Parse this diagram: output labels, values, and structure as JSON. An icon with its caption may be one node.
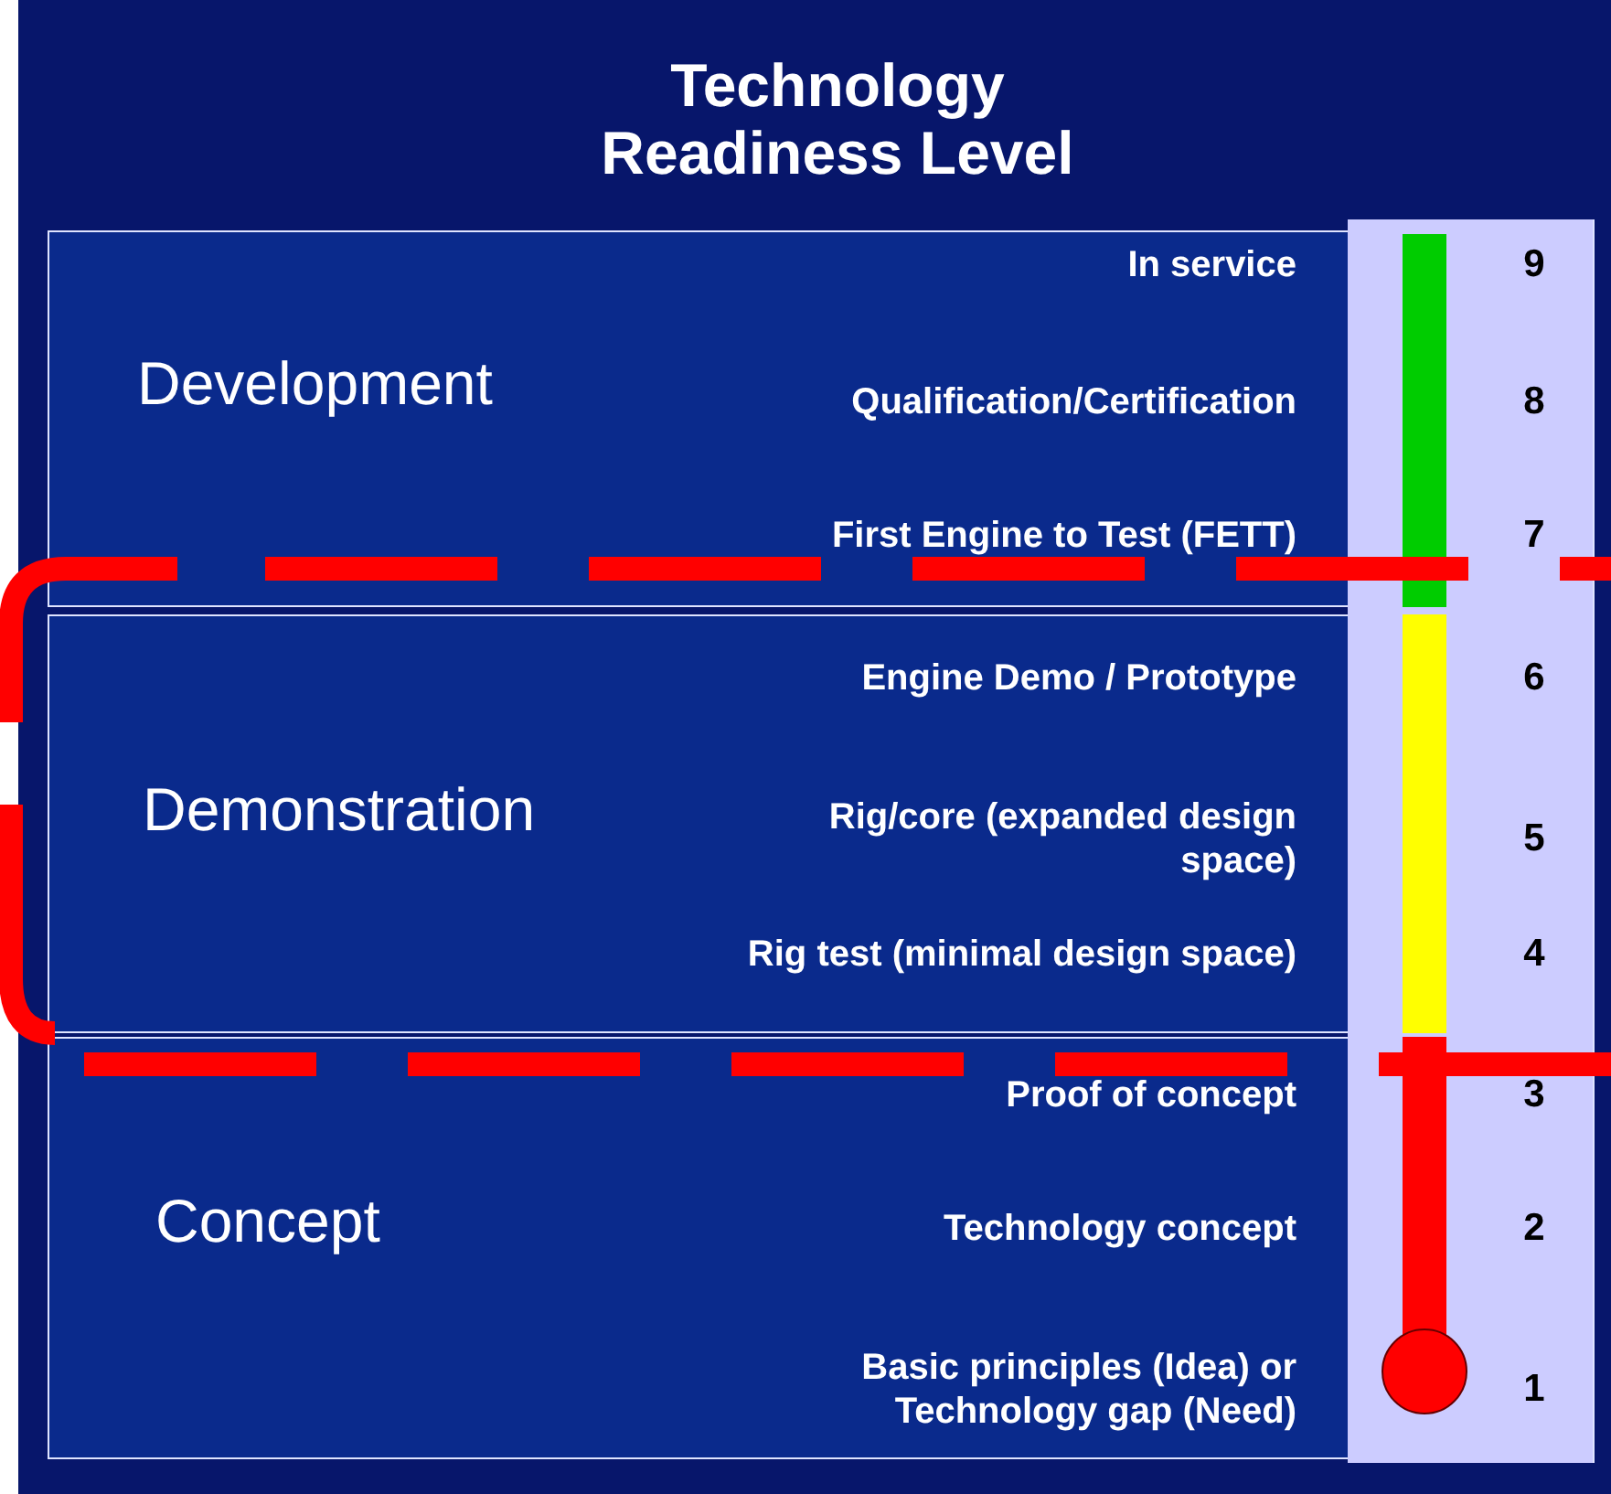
{
  "diagram": {
    "title": "Technology Readiness Level",
    "nodes": [
      {
        "text": [
          "Development"
        ]
      },
      {
        "text": [
          "Demonstration"
        ]
      },
      {
        "text": [
          "Concept"
        ]
      }
    ],
    "labels": [
      "In service",
      "9",
      "Qualification/Certification",
      "8",
      "First Engine to Test (FETT)",
      "7",
      "Engine Demo / Prototype",
      "6",
      "Rig/core (expanded design space)",
      "5",
      "Rig test (minimal design space)",
      "4",
      "Proof of concept",
      "3",
      "Technology concept",
      "2",
      "Basic principles (Idea) or Technology gap (Need)",
      "1"
    ]
  }
}
